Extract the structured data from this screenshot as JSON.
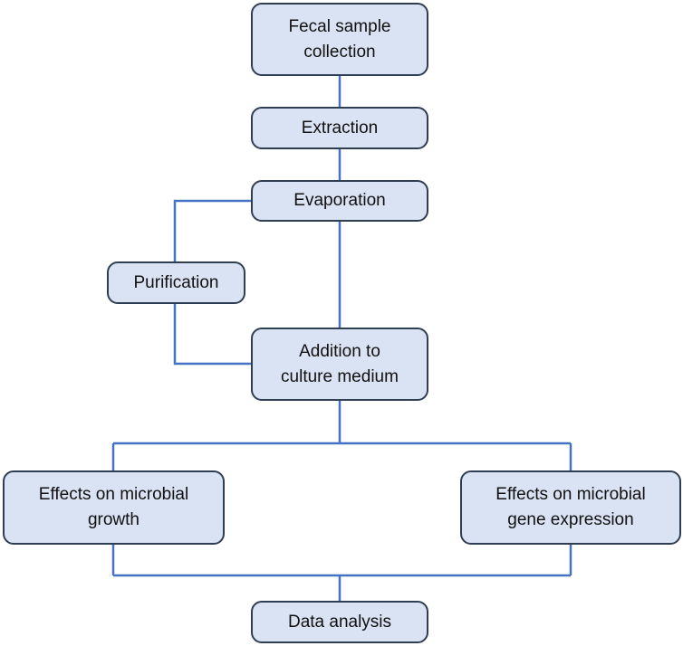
{
  "diagram": {
    "nodes": {
      "fecal_sample_collection": "Fecal sample\ncollection",
      "extraction": "Extraction",
      "evaporation": "Evaporation",
      "purification": "Purification",
      "addition_to_culture_medium": "Addition to\nculture medium",
      "effects_on_microbial_growth": "Effects on microbial\ngrowth",
      "effects_on_microbial_gene_expression": "Effects on microbial\ngene expression",
      "data_analysis": "Data analysis"
    },
    "colors": {
      "node_fill": "#dae3f3",
      "node_border": "#2f3e52",
      "connector": "#4472c4"
    }
  }
}
